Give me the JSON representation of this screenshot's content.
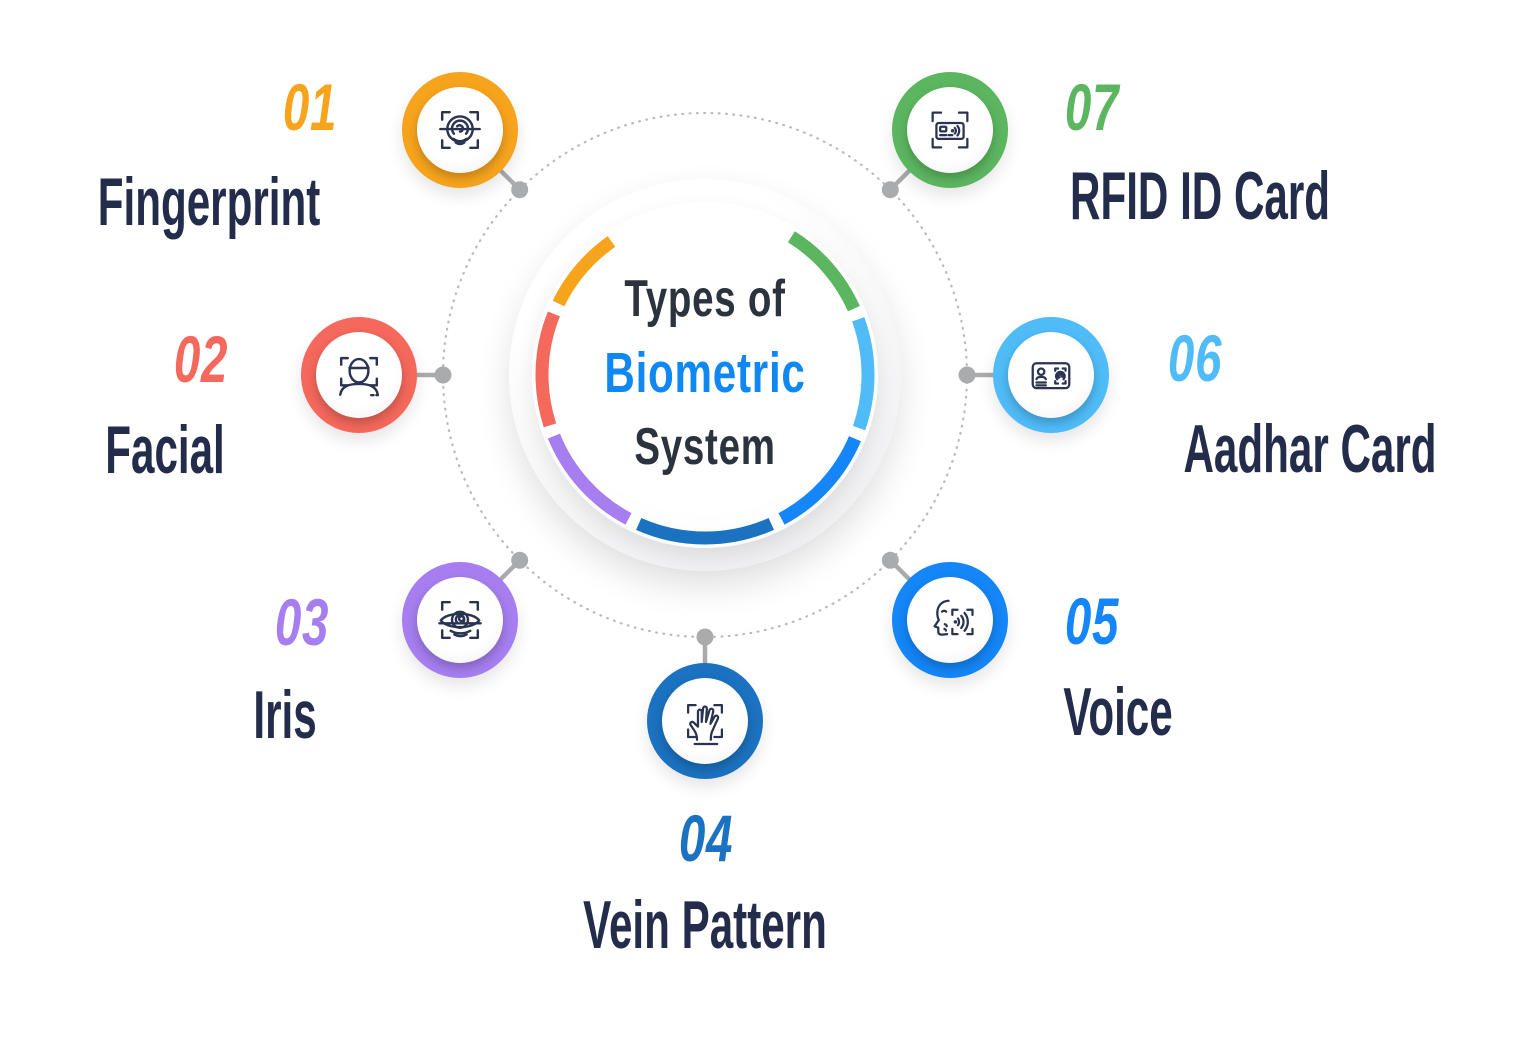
{
  "title": {
    "line1": "Types of",
    "line2": "Biometric",
    "line3": "System",
    "accent_color": "#1088F2",
    "text_color": "#2B333F"
  },
  "items": [
    {
      "id": "fingerprint",
      "number": "01",
      "label": "Fingerprint",
      "color": "#F7A41D",
      "icon": "fingerprint-scan-icon",
      "arc": [
        296,
        325
      ]
    },
    {
      "id": "facial",
      "number": "02",
      "label": "Facial",
      "color": "#F5685C",
      "icon": "face-scan-icon",
      "arc": [
        252,
        292
      ]
    },
    {
      "id": "iris",
      "number": "03",
      "label": "Iris",
      "color": "#A67EF0",
      "icon": "iris-scan-icon",
      "arc": [
        208,
        248
      ]
    },
    {
      "id": "vein",
      "number": "04",
      "label": "Vein Pattern",
      "color": "#1B72C0",
      "icon": "hand-scan-icon",
      "arc": [
        156,
        204
      ]
    },
    {
      "id": "voice",
      "number": "05",
      "label": "Voice",
      "color": "#1486F8",
      "icon": "voice-scan-icon",
      "arc": [
        113,
        152
      ]
    },
    {
      "id": "aadhar",
      "number": "06",
      "label": "Aadhar Card",
      "color": "#4FBCF8",
      "icon": "aadhar-card-icon",
      "arc": [
        70,
        109
      ]
    },
    {
      "id": "rfid",
      "number": "07",
      "label": "RFID ID Card",
      "color": "#5CB660",
      "icon": "rfid-card-icon",
      "arc": [
        32,
        66
      ]
    }
  ],
  "theme": {
    "label_color": "#232C4A",
    "icon_stroke": "#2A3452",
    "connector_color": "#A9ABAD",
    "dotted_circle_color": "#B9BABC",
    "background": "#FFFFFF"
  }
}
